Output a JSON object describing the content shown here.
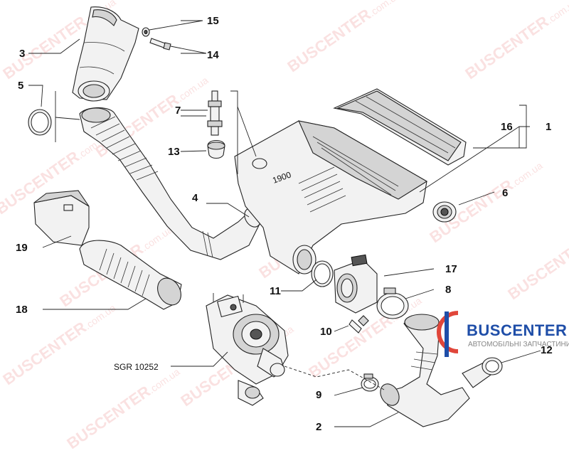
{
  "diagram": {
    "callouts": [
      {
        "id": "c1",
        "text": "1"
      },
      {
        "id": "c2",
        "text": "2"
      },
      {
        "id": "c3",
        "text": "3"
      },
      {
        "id": "c4",
        "text": "4"
      },
      {
        "id": "c5",
        "text": "5"
      },
      {
        "id": "c6",
        "text": "6"
      },
      {
        "id": "c7",
        "text": "7"
      },
      {
        "id": "c8",
        "text": "8"
      },
      {
        "id": "c9",
        "text": "9"
      },
      {
        "id": "c10",
        "text": "10"
      },
      {
        "id": "c11",
        "text": "11"
      },
      {
        "id": "c12",
        "text": "12"
      },
      {
        "id": "c13",
        "text": "13"
      },
      {
        "id": "c14",
        "text": "14"
      },
      {
        "id": "c15",
        "text": "15"
      },
      {
        "id": "c16",
        "text": "16"
      },
      {
        "id": "c17",
        "text": "17"
      },
      {
        "id": "c18",
        "text": "18"
      },
      {
        "id": "c19",
        "text": "19"
      }
    ],
    "sgr_label": "SGR 10252",
    "engine_mark": "1900"
  },
  "watermark": {
    "brand": "BUSCENTER",
    "domain": ".com.ua"
  },
  "logo": {
    "name": "BUSCENTER",
    "tagline": "АВТОМОБІЛЬНІ ЗАПЧАСТИНИ",
    "brand_color": "#1f4ea8",
    "mark_color": "#e0463a"
  }
}
